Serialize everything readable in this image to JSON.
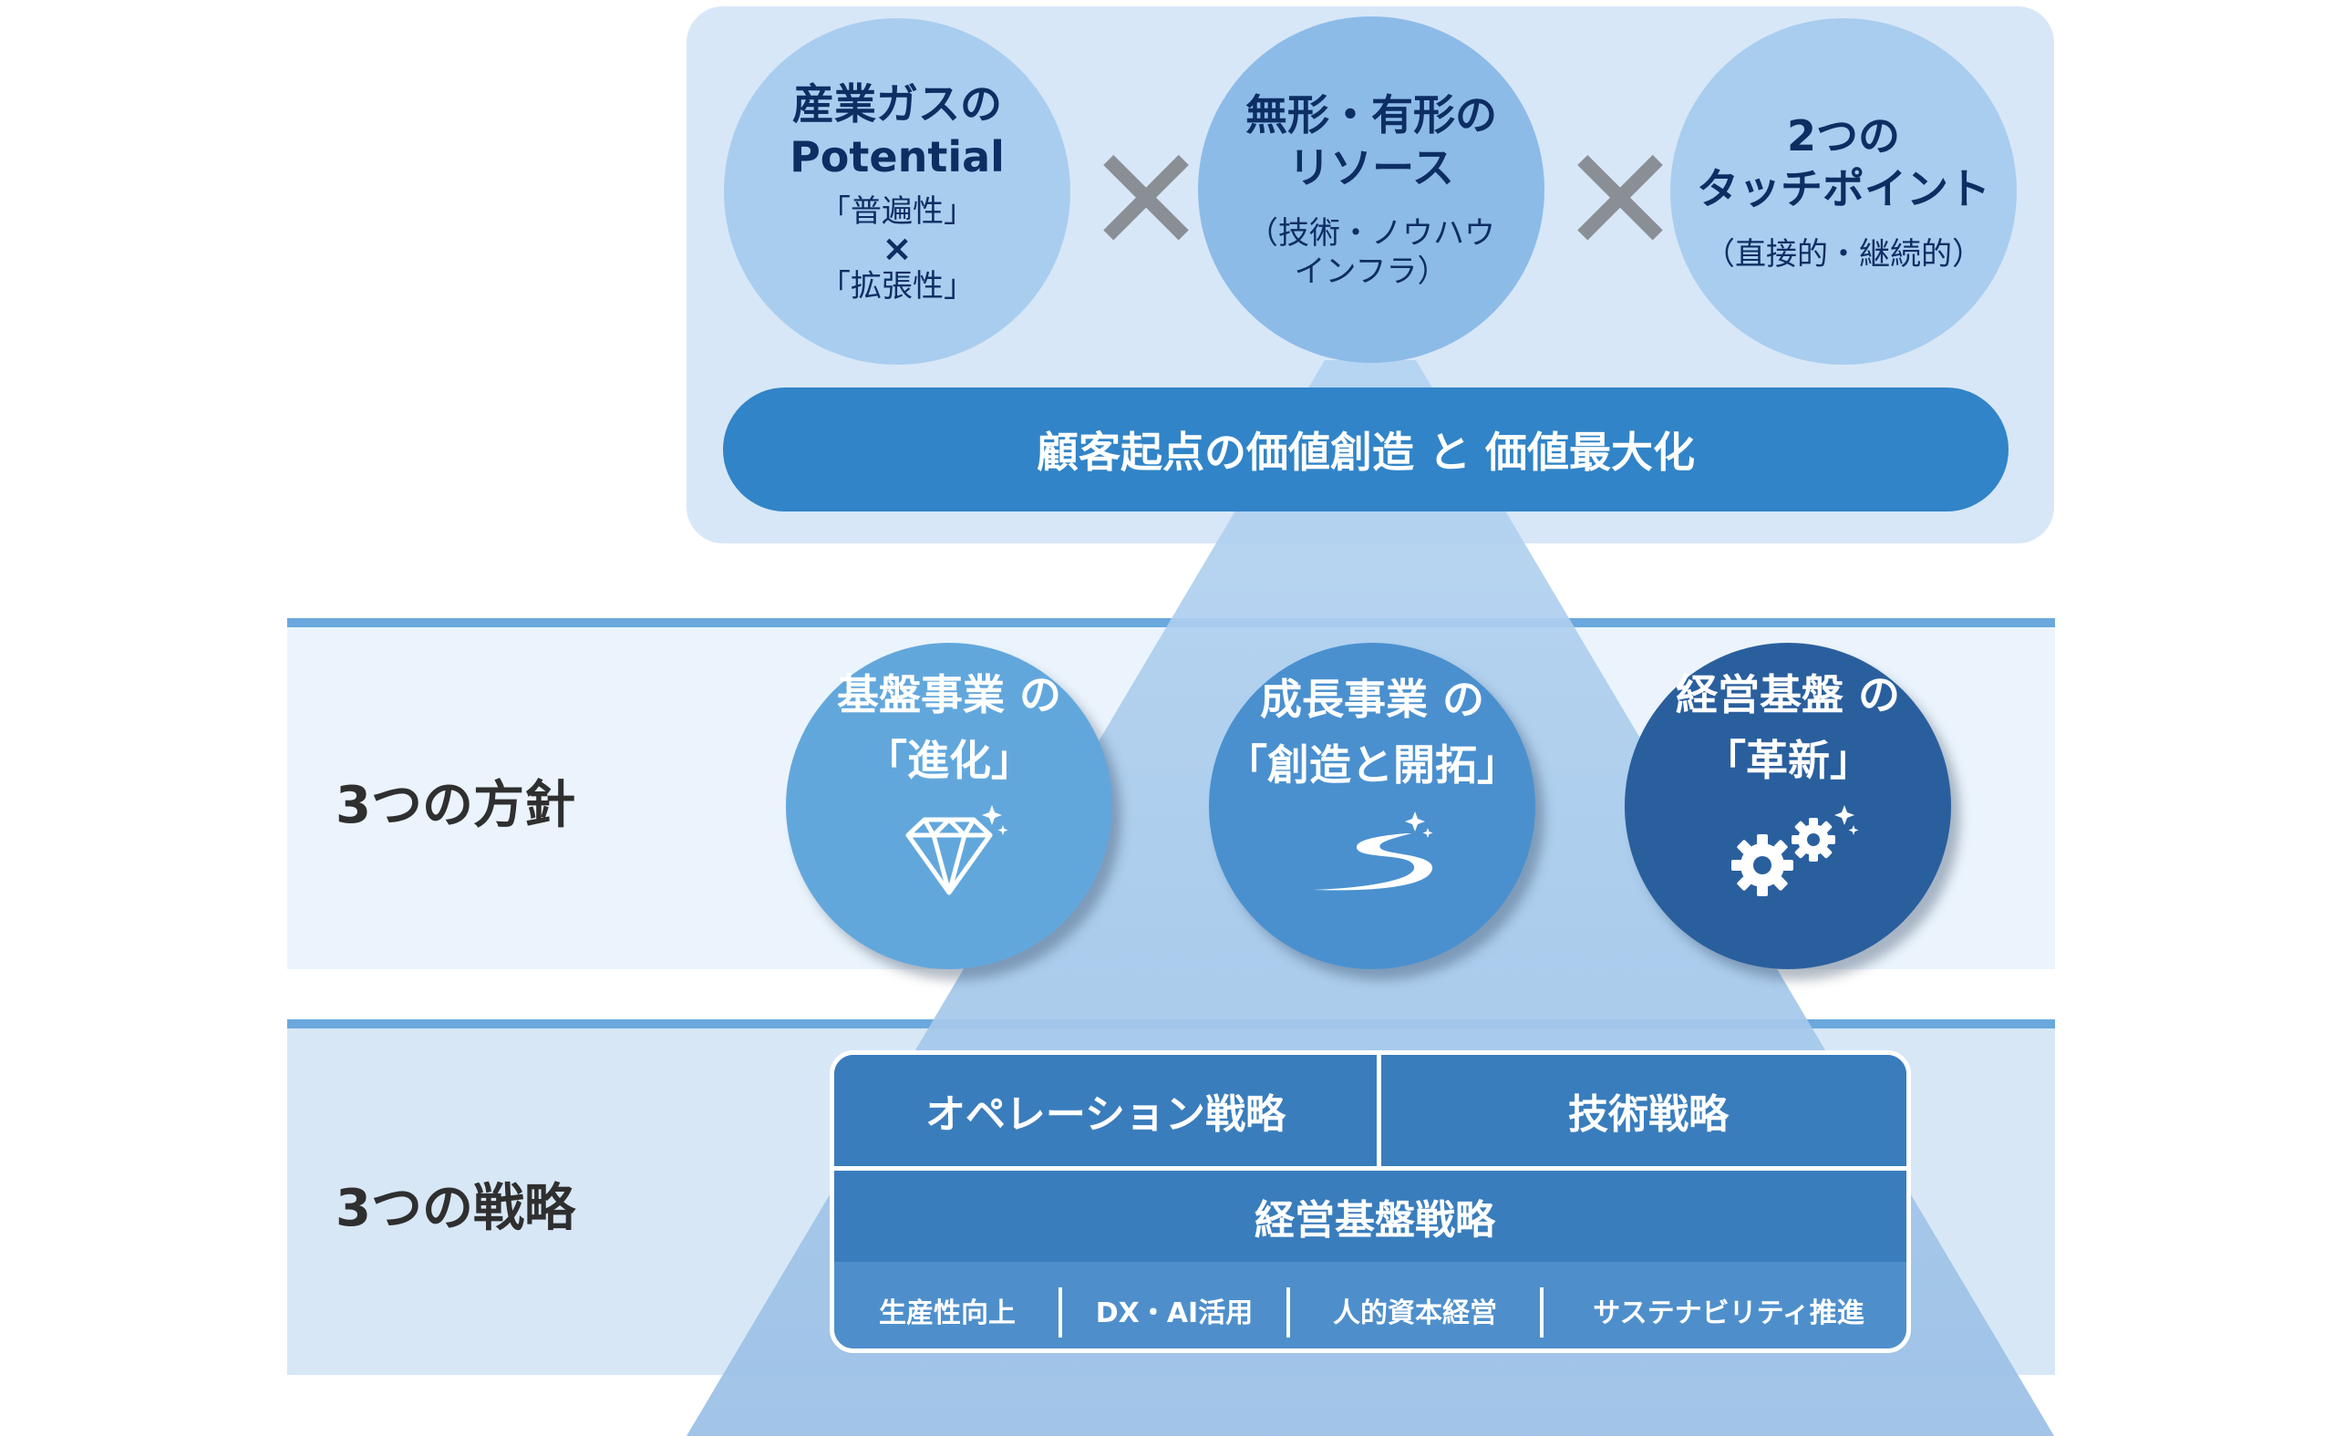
{
  "top": {
    "circles": [
      {
        "title_l1": "産業ガスの",
        "title_l2": "Potential",
        "sub_l1": "「普遍性」",
        "sub_l2": "×",
        "sub_l3": "「拡張性」"
      },
      {
        "title_l1": "無形・有形の",
        "title_l2": "リソース",
        "sub_l1": "（技術・ノウハウ",
        "sub_l2": "インフラ）"
      },
      {
        "title_l1": "2つの",
        "title_l2": "タッチポイント",
        "sub_l1": "（直接的・継続的）"
      }
    ],
    "multiply_symbol": "✕",
    "value_bar": "顧客起点の価値創造 と 価値最大化"
  },
  "policies": {
    "label": "3つの方針",
    "items": [
      {
        "line1": "基盤事業 の",
        "line2": "「進化」",
        "icon": "diamond-icon"
      },
      {
        "line1": "成長事業 の",
        "line2": "「創造と開拓」",
        "icon": "road-icon"
      },
      {
        "line1": "経営基盤 の",
        "line2": "「革新」",
        "icon": "gears-icon"
      }
    ]
  },
  "strategies": {
    "label": "3つの戦略",
    "operation": "オペレーション戦略",
    "technology": "技術戦略",
    "management": "経営基盤戦略",
    "sub_items": [
      "生産性向上",
      "DX・AI活用",
      "人的資本経営",
      "サステナビリティ推進"
    ]
  },
  "colors": {
    "panel": "#d7e7f7",
    "accent": "#3184c7",
    "policy_1": "#62a7dc",
    "policy_2": "#4a90cf",
    "policy_3": "#2a5f9e",
    "text_dark": "#0d2e63"
  }
}
